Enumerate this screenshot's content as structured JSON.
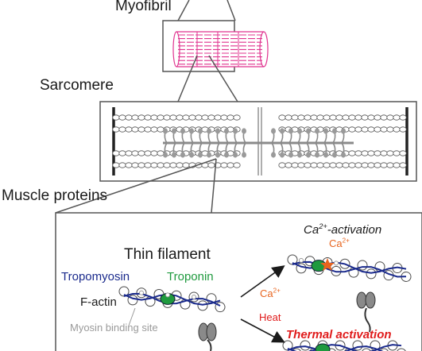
{
  "labels": {
    "myofibril": "Myofibril",
    "sarcomere": "Sarcomere",
    "muscle_proteins": "Muscle proteins",
    "thin_filament": "Thin filament",
    "tropomyosin": "Tropomyosin",
    "troponin": "Troponin",
    "f_actin": "F-actin",
    "myosin_binding_site": "Myosin binding site",
    "ca_activation_base": "Ca",
    "ca_activation_sup": "2+",
    "ca_activation_suffix": "-activation",
    "ca_star_base": "Ca",
    "ca_star_sup": "2+",
    "arrow_ca_base": "Ca",
    "arrow_ca_sup": "2+",
    "heat": "Heat",
    "thermal_activation": "Thermal activation"
  },
  "colors": {
    "myofibril": "#e0338f",
    "tropomyosin": "#1a2a8c",
    "troponin": "#1f9a3e",
    "calcium": "#e8641e",
    "thermal": "#e01b1b",
    "binding_site": "#9a9a9a",
    "frame": "#555555",
    "actin_bead_fill": "#ffffff",
    "actin_bead_stroke": "#4a4a4a",
    "myosin": "#8a8a8a"
  },
  "icons": [
    "arrow-icon",
    "star-icon"
  ]
}
